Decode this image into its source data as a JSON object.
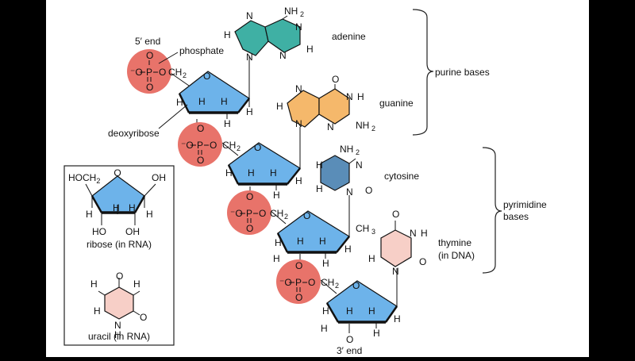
{
  "labels": {
    "five_end": "5′ end",
    "phosphate": "phosphate",
    "deoxyribose": "deoxyribose",
    "adenine": "adenine",
    "guanine": "guanine",
    "cytosine": "cytosine",
    "thymine": "thymine",
    "thymine_note": "(in DNA)",
    "purine_bases": "purine bases",
    "pyrimidine_bases_1": "pyrimidine",
    "pyrimidine_bases_2": "bases",
    "three_end": "3′ end",
    "ribose": "ribose (in RNA)",
    "uracil": "uracil (in RNA)",
    "ribose_hoch2": "HOCH",
    "ribose_oh": "OH",
    "ribose_ho": "HO",
    "thymine_ch3": "CH",
    "nh2": "NH",
    "two": "2"
  },
  "colors": {
    "phosphate": "#e8736a",
    "sugar": "#6db3ea",
    "adenine": "#3fb0a4",
    "guanine": "#f5b86b",
    "cytosine": "#5a8db8",
    "thymine": "#f7cfc7",
    "uracil": "#f7cfc7"
  }
}
